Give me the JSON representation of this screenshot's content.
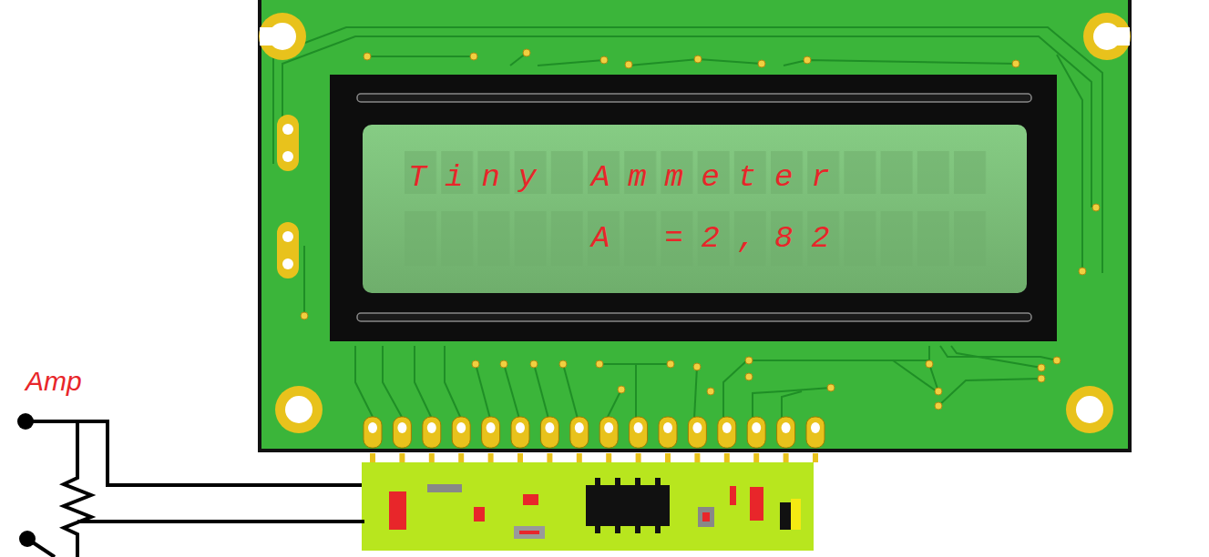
{
  "diagram": {
    "nodes": [
      {
        "text": [
          "Tiny Ammeter",
          "A =2,82"
        ]
      }
    ],
    "labels": [
      "Amp"
    ]
  }
}
